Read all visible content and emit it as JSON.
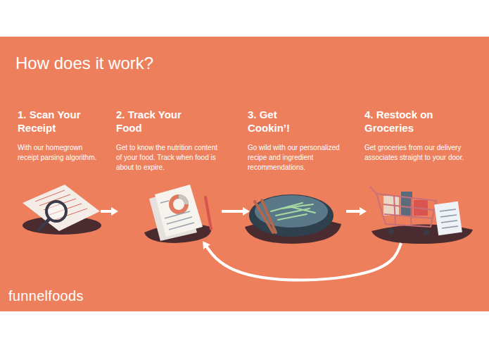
{
  "diagram": {
    "title": "How does it work?",
    "nodes": [
      {
        "text": [
          "1. Scan Your Receipt",
          "With our homegrown receipt parsing algorithm."
        ]
      },
      {
        "text": [
          "2. Track Your Food",
          "Get to know the nutrition content of your food. Track when food is about to expire."
        ]
      },
      {
        "text": [
          "3. Get Cookin’!",
          "Go wild with our personalized recipe and ingredient recommendations."
        ]
      },
      {
        "text": [
          "4. Restock on Groceries",
          "Get groceries from our delivery associates straight to your door."
        ]
      }
    ],
    "edges": [
      {
        "from": 0,
        "to": 1,
        "arrow": "to"
      },
      {
        "from": 1,
        "to": 2,
        "arrow": "to"
      },
      {
        "from": 2,
        "to": 3,
        "arrow": "to"
      },
      {
        "from": 3,
        "to": 1,
        "arrow": "to"
      }
    ],
    "labels": [
      "funnelfoods"
    ]
  }
}
